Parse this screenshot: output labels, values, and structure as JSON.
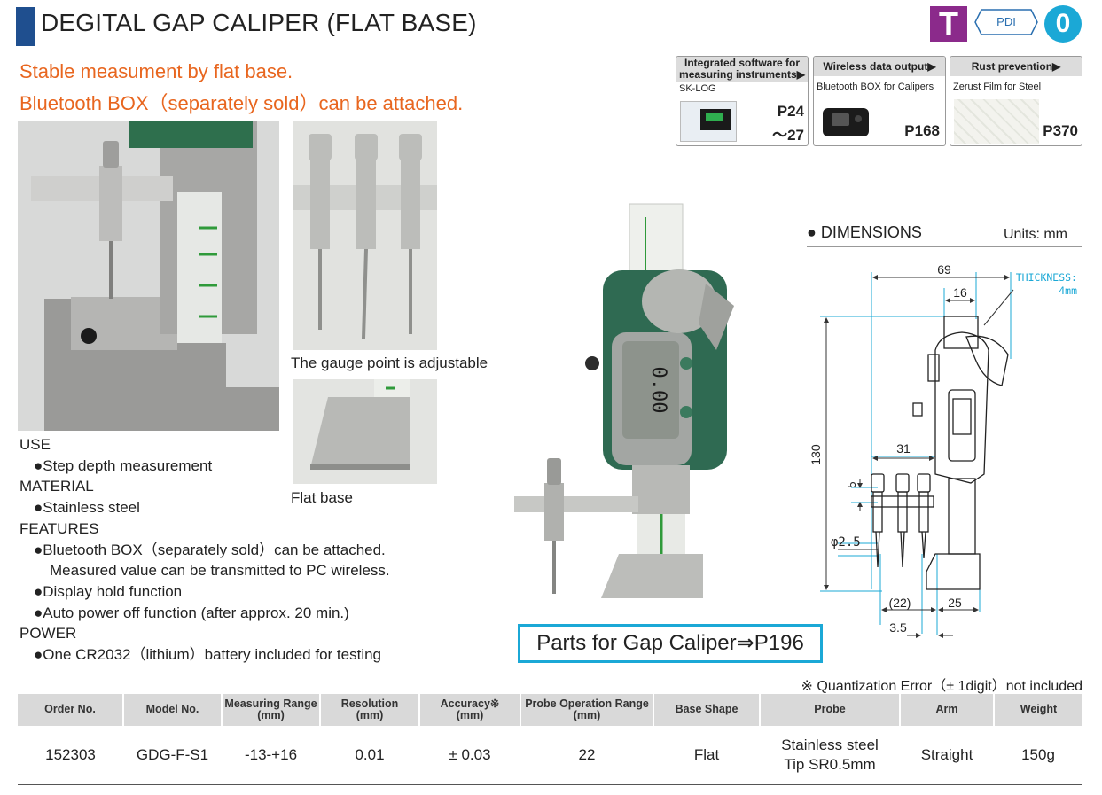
{
  "header": {
    "title": "DEGITAL GAP CALIPER (FLAT BASE)",
    "badges": {
      "t": "T",
      "pdi": "PDI",
      "o": "0"
    }
  },
  "subtitle": {
    "line1": "Stable measument by flat base.",
    "line2": "Bluetooth BOX（separately sold）can be attached."
  },
  "info_boxes": [
    {
      "head1": "Integrated software for",
      "head2": "measuring instruments▶",
      "sub": "SK-LOG",
      "page1": "P24",
      "page2": "～27"
    },
    {
      "head": "Wireless data output▶",
      "sub": "Bluetooth BOX for Calipers",
      "page": "P168"
    },
    {
      "head": "Rust prevention▶",
      "sub": "Zerust Film for Steel",
      "page": "P370"
    }
  ],
  "captions": {
    "gauge_point": "The gauge point is adjustable",
    "flat_base": "Flat base"
  },
  "spec": {
    "use_label": "USE",
    "use_items": [
      "●Step depth measurement"
    ],
    "material_label": "MATERIAL",
    "material_items": [
      "●Stainless steel"
    ],
    "features_label": "FEATURES",
    "features_items": [
      "●Bluetooth BOX（separately sold）can be attached.",
      "Measured value can be transmitted to PC wireless.",
      "●Display hold function",
      "●Auto power off function (after approx. 20 min.)"
    ],
    "power_label": "POWER",
    "power_items": [
      "●One CR2032（lithium）battery included for testing"
    ]
  },
  "parts_link": "Parts for Gap Caliper⇒P196",
  "display_readout": "0.00",
  "dimensions": {
    "title": "● DIMENSIONS",
    "units": "Units: mm",
    "labels": {
      "d69": "69",
      "d16": "16",
      "thickness1": "THICKNESS:",
      "thickness2": "4mm",
      "d130": "130",
      "d31": "31",
      "d5": "5",
      "phi": "φ2.5",
      "d22": "(22)",
      "d25": "25",
      "d35": "3.5"
    }
  },
  "table": {
    "note": "※ Quantization Error（± 1digit）not included",
    "headers": [
      "Order No.",
      "Model No.",
      "Measuring Range\n(mm)",
      "Resolution\n(mm)",
      "Accuracy※\n(mm)",
      "Probe Operation Range\n(mm)",
      "Base Shape",
      "Probe",
      "Arm",
      "Weight"
    ],
    "rows": [
      [
        "152303",
        "GDG-F-S1",
        "-13-+16",
        "0.01",
        "± 0.03",
        "22",
        "Flat",
        "Stainless steel\nTip SR0.5mm",
        "Straight",
        "150g"
      ]
    ]
  }
}
